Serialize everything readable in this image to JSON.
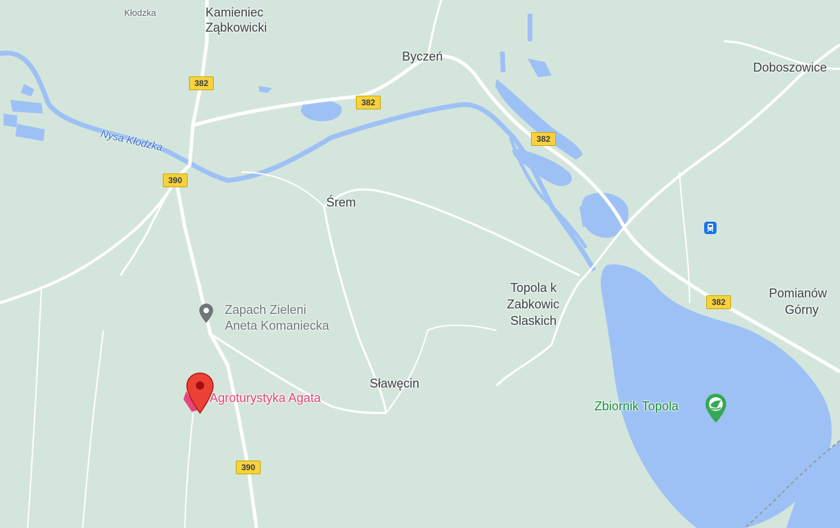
{
  "map": {
    "colors": {
      "land": "#d4e6dc",
      "water": "#9ec1f5",
      "road": "#ffffff",
      "shield_fill": "#f7d23e",
      "poi_gray": "#70757a",
      "poi_red": "#ea4335",
      "poi_pink": "#e8457b",
      "poi_green": "#34a853"
    },
    "places": {
      "klodzka_top": "Kłodzka",
      "kamieniec_line1": "Kamieniec",
      "kamieniec_line2": "Ząbkowicki",
      "byczen": "Byczeń",
      "doboszowice": "Doboszowice",
      "srem": "Śrem",
      "topola_line1": "Topola k",
      "topola_line2": "Zabkowic",
      "topola_line3": "Slaskich",
      "pomianow_line1": "Pomianów",
      "pomianow_line2": "Górny",
      "slawecin": "Sławęcin"
    },
    "river": {
      "name": "Nysa Kłodzka"
    },
    "road_shields": [
      "382",
      "382",
      "382",
      "390",
      "382",
      "390"
    ],
    "pois": {
      "zapach_line1": "Zapach Zieleni",
      "zapach_line2": "Aneta Komaniecka",
      "agata": "Agroturystyka Agata",
      "zbiornik": "Zbiornik Topola"
    },
    "icons": {
      "marker": "map-marker-icon",
      "poi": "poi-pin-icon",
      "train": "train-station-icon",
      "park": "park-icon"
    }
  }
}
